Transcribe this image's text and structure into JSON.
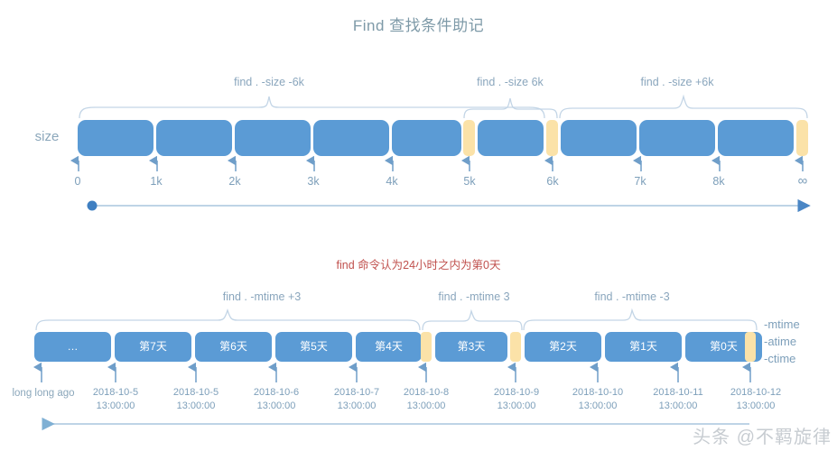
{
  "title": "Find 查找条件助记",
  "size_section": {
    "row_label": "size",
    "brace_labels": [
      {
        "text": "find . -size -6k"
      },
      {
        "text": "find . -size 6k"
      },
      {
        "text": "find . -size +6k"
      }
    ],
    "bars": [
      {
        "kind": "block",
        "label": ""
      },
      {
        "kind": "block",
        "label": ""
      },
      {
        "kind": "block",
        "label": ""
      },
      {
        "kind": "block",
        "label": ""
      },
      {
        "kind": "block",
        "label": ""
      },
      {
        "kind": "divider",
        "label": ""
      },
      {
        "kind": "block",
        "label": ""
      },
      {
        "kind": "divider",
        "label": ""
      },
      {
        "kind": "block",
        "label": ""
      },
      {
        "kind": "block",
        "label": ""
      },
      {
        "kind": "block",
        "label": ""
      },
      {
        "kind": "divider",
        "label": ""
      }
    ],
    "ticks": [
      "0",
      "1k",
      "2k",
      "3k",
      "4k",
      "5k",
      "6k",
      "7k",
      "8k",
      "∞"
    ]
  },
  "time_section": {
    "note": "find 命令认为24小时之内为第0天",
    "brace_labels": [
      {
        "text": "find . -mtime +3"
      },
      {
        "text": "find . -mtime 3"
      },
      {
        "text": "find . -mtime -3"
      }
    ],
    "bars": [
      {
        "kind": "block",
        "label": "…"
      },
      {
        "kind": "block",
        "label": "第7天"
      },
      {
        "kind": "block",
        "label": "第6天"
      },
      {
        "kind": "block",
        "label": "第5天"
      },
      {
        "kind": "block",
        "label": "第4天"
      },
      {
        "kind": "divider",
        "label": ""
      },
      {
        "kind": "block",
        "label": "第3天"
      },
      {
        "kind": "divider",
        "label": ""
      },
      {
        "kind": "block",
        "label": "第2天"
      },
      {
        "kind": "block",
        "label": "第1天"
      },
      {
        "kind": "block",
        "label": "第0天"
      },
      {
        "kind": "divider",
        "label": ""
      }
    ],
    "right_labels": [
      "-mtime",
      "-atime",
      "-ctime"
    ],
    "origin_label": "long long ago",
    "dates": [
      {
        "date": "2018-10-5",
        "time": "13:00:00"
      },
      {
        "date": "2018-10-5",
        "time": "13:00:00"
      },
      {
        "date": "2018-10-6",
        "time": "13:00:00"
      },
      {
        "date": "2018-10-7",
        "time": "13:00:00"
      },
      {
        "date": "2018-10-8",
        "time": "13:00:00"
      },
      {
        "date": "2018-10-9",
        "time": "13:00:00"
      },
      {
        "date": "2018-10-10",
        "time": "13:00:00"
      },
      {
        "date": "2018-10-11",
        "time": "13:00:00"
      },
      {
        "date": "2018-10-12",
        "time": "13:00:00"
      }
    ]
  },
  "watermark": "头条 @不羁旋律",
  "colors": {
    "bar_blue": "#5b9bd5",
    "bar_yellow": "#fbe2a8",
    "text_blue": "#8ba7bb",
    "note_red": "#c0504d",
    "axis_blue": "#8fb8d4"
  },
  "chart_data": {
    "type": "bar",
    "title": "Find 查找条件助记",
    "charts": [
      {
        "name": "size",
        "axis_label": "size",
        "tick_labels": [
          "0",
          "1k",
          "2k",
          "3k",
          "4k",
          "5k",
          "6k",
          "7k",
          "8k",
          "∞"
        ],
        "segments": [
          "0-1k",
          "1k-2k",
          "2k-3k",
          "3k-4k",
          "4k-5k",
          "5k",
          "5k-6k",
          "6k",
          "6k-7k",
          "7k-8k",
          "8k-∞",
          "∞"
        ],
        "ranges": [
          {
            "label": "find . -size -6k",
            "from": "0",
            "to": "6k"
          },
          {
            "label": "find . -size 6k",
            "from": "5k",
            "to": "6k"
          },
          {
            "label": "find . -size +6k",
            "from": "6k",
            "to": "∞"
          }
        ]
      },
      {
        "name": "mtime",
        "axis_labels": [
          "-mtime",
          "-atime",
          "-ctime"
        ],
        "tick_labels": [
          "long long ago",
          "2018-10-5 13:00:00",
          "2018-10-5 13:00:00",
          "2018-10-6 13:00:00",
          "2018-10-7 13:00:00",
          "2018-10-8 13:00:00",
          "2018-10-9 13:00:00",
          "2018-10-10 13:00:00",
          "2018-10-11 13:00:00",
          "2018-10-12 13:00:00"
        ],
        "segments": [
          "…",
          "第7天",
          "第6天",
          "第5天",
          "第4天",
          "第3天",
          "第2天",
          "第1天",
          "第0天"
        ],
        "ranges": [
          {
            "label": "find . -mtime +3",
            "from": "…",
            "to": "第4天"
          },
          {
            "label": "find . -mtime 3",
            "from": "第3天",
            "to": "第3天"
          },
          {
            "label": "find . -mtime -3",
            "from": "第2天",
            "to": "第0天"
          }
        ],
        "note": "find 命令认为24小时之内为第0天"
      }
    ]
  }
}
